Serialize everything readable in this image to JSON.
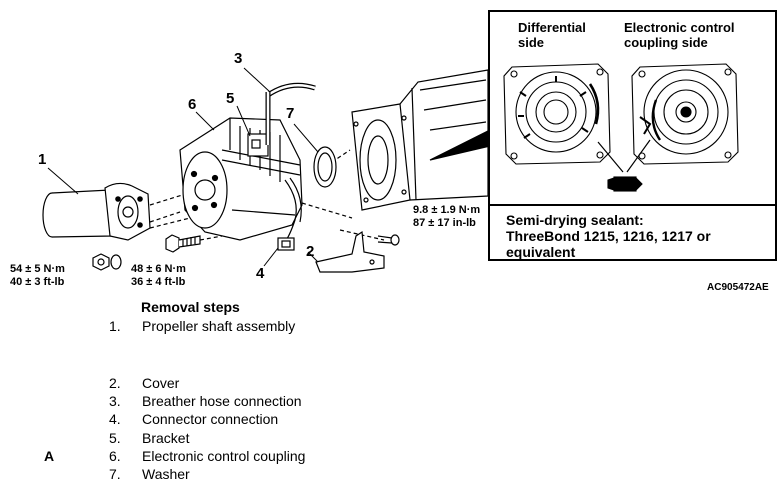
{
  "diagram": {
    "callouts": [
      "1",
      "2",
      "3",
      "4",
      "5",
      "6",
      "7"
    ],
    "torque_left": {
      "line1": "54 ± 5 N·m",
      "line2": "40 ± 3 ft-lb"
    },
    "torque_mid": {
      "line1": "48 ± 6 N·m",
      "line2": "36 ± 4 ft-lb"
    },
    "torque_right": {
      "line1": "9.8 ± 1.9 N·m",
      "line2": "87 ± 17 in-lb"
    },
    "figure_code": "AC905472AE"
  },
  "inset": {
    "left_title": {
      "line1": "Differential",
      "line2": "side"
    },
    "right_title": {
      "line1": "Electronic control",
      "line2": "coupling side"
    },
    "sealant": {
      "line1": "Semi-drying sealant:",
      "line2": "ThreeBond 1215, 1216, 1217 or",
      "line3": "equivalent"
    }
  },
  "removal": {
    "heading": "Removal steps",
    "steps": [
      {
        "num": "1.",
        "label": "Propeller shaft assembly",
        "marker": ""
      },
      {
        "num": "2.",
        "label": "Cover",
        "marker": ""
      },
      {
        "num": "3.",
        "label": "Breather hose connection",
        "marker": ""
      },
      {
        "num": "4.",
        "label": "Connector connection",
        "marker": ""
      },
      {
        "num": "5.",
        "label": "Bracket",
        "marker": ""
      },
      {
        "num": "6.",
        "label": "Electronic control coupling",
        "marker": "A"
      },
      {
        "num": "7.",
        "label": "Washer",
        "marker": ""
      }
    ]
  }
}
